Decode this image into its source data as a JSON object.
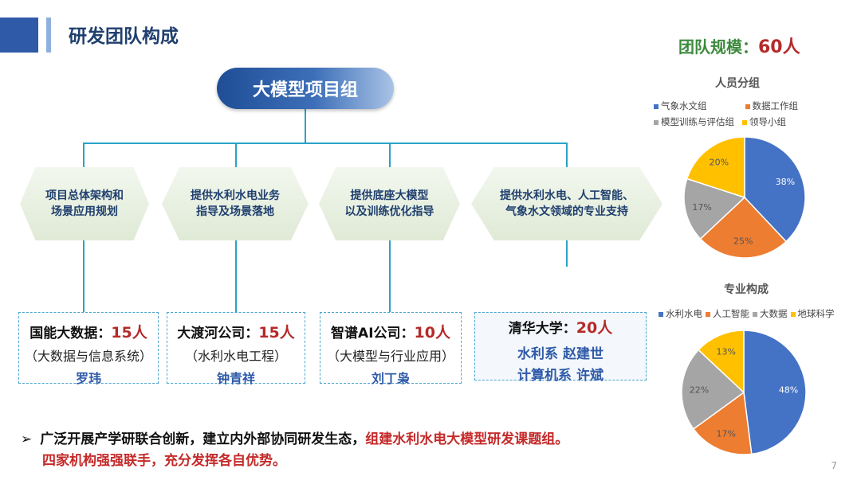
{
  "page": {
    "title": "研发团队构成",
    "team_size_label": "团队规模：",
    "team_size_value": "60人",
    "page_number": "7"
  },
  "root": {
    "label": "大模型项目组"
  },
  "roles": [
    {
      "line1": "项目总体架构和",
      "line2": "场景应用规划"
    },
    {
      "line1": "提供水利水电业务",
      "line2": "指导及场景落地"
    },
    {
      "line1": "提供底座大模型",
      "line2": "以及训练优化指导"
    },
    {
      "line1": "提供水利水电、人工智能、",
      "line2": "气象水文领域的专业支持"
    }
  ],
  "orgs": [
    {
      "name": "国能大数据：",
      "count": "15人",
      "sub": "（大数据与信息系统）",
      "person": "罗玮"
    },
    {
      "name": "大渡河公司：",
      "count": "15人",
      "sub": "（水利水电工程）",
      "person": "钟青祥"
    },
    {
      "name": "智谱AI公司：",
      "count": "10人",
      "sub": "（大模型与行业应用）",
      "person": "刘丁枭"
    },
    {
      "name": "清华大学：",
      "count": "20人",
      "person1": "水利系  赵建世",
      "person2": "计算机系  许斌"
    }
  ],
  "summary": {
    "part1": "广泛开展产学研联合创新，建立内外部协同研发生态，",
    "part2": "组建水利水电大模型研发课题组。",
    "part3": "四家机构强强联手，充分发挥各自优势。"
  },
  "chart_data": [
    {
      "type": "pie",
      "title": "人员分组",
      "categories": [
        "气象水文组",
        "数据工作组",
        "模型训练与评估组",
        "领导小组"
      ],
      "values": [
        38,
        25,
        17,
        20
      ],
      "value_labels": [
        "38%",
        "25%",
        "17%",
        "20%"
      ],
      "colors": [
        "#4472c4",
        "#ed7d31",
        "#a5a5a5",
        "#ffc000"
      ],
      "legend": "top"
    },
    {
      "type": "pie",
      "title": "专业构成",
      "categories": [
        "水利水电",
        "人工智能",
        "大数据",
        "地球科学"
      ],
      "values": [
        48,
        17,
        22,
        13
      ],
      "value_labels": [
        "48%",
        "17%",
        "22%",
        "13%"
      ],
      "colors": [
        "#4472c4",
        "#ed7d31",
        "#a5a5a5",
        "#ffc000"
      ],
      "legend": "top"
    }
  ]
}
